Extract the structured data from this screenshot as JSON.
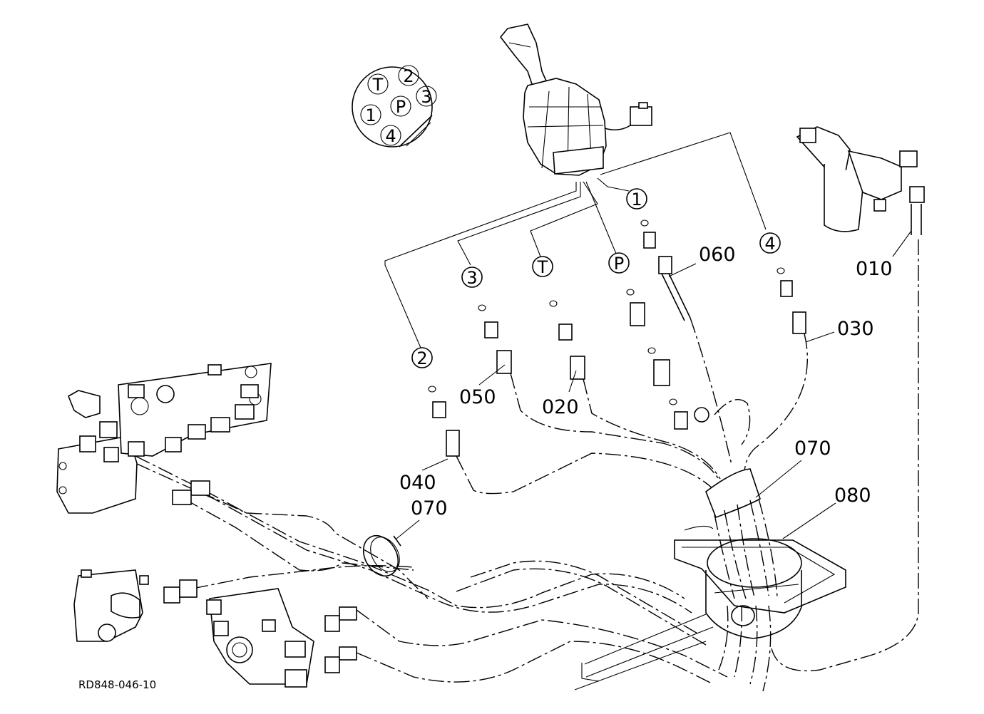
{
  "drawing": {
    "reference_code": "RD848-046-10",
    "part_numbers": {
      "p010": "010",
      "p020": "020",
      "p030": "030",
      "p040": "040",
      "p050": "050",
      "p060": "060",
      "p070_a": "070",
      "p070_b": "070",
      "p080": "080"
    },
    "port_callouts": {
      "port_1": "1",
      "port_2": "2",
      "port_3": "3",
      "port_4": "4",
      "port_T": "T",
      "port_P": "P"
    },
    "port_diagram": {
      "pin_T": "T",
      "pin_2": "2",
      "pin_3": "3",
      "pin_1": "1",
      "pin_P": "P",
      "pin_4": "4"
    }
  }
}
